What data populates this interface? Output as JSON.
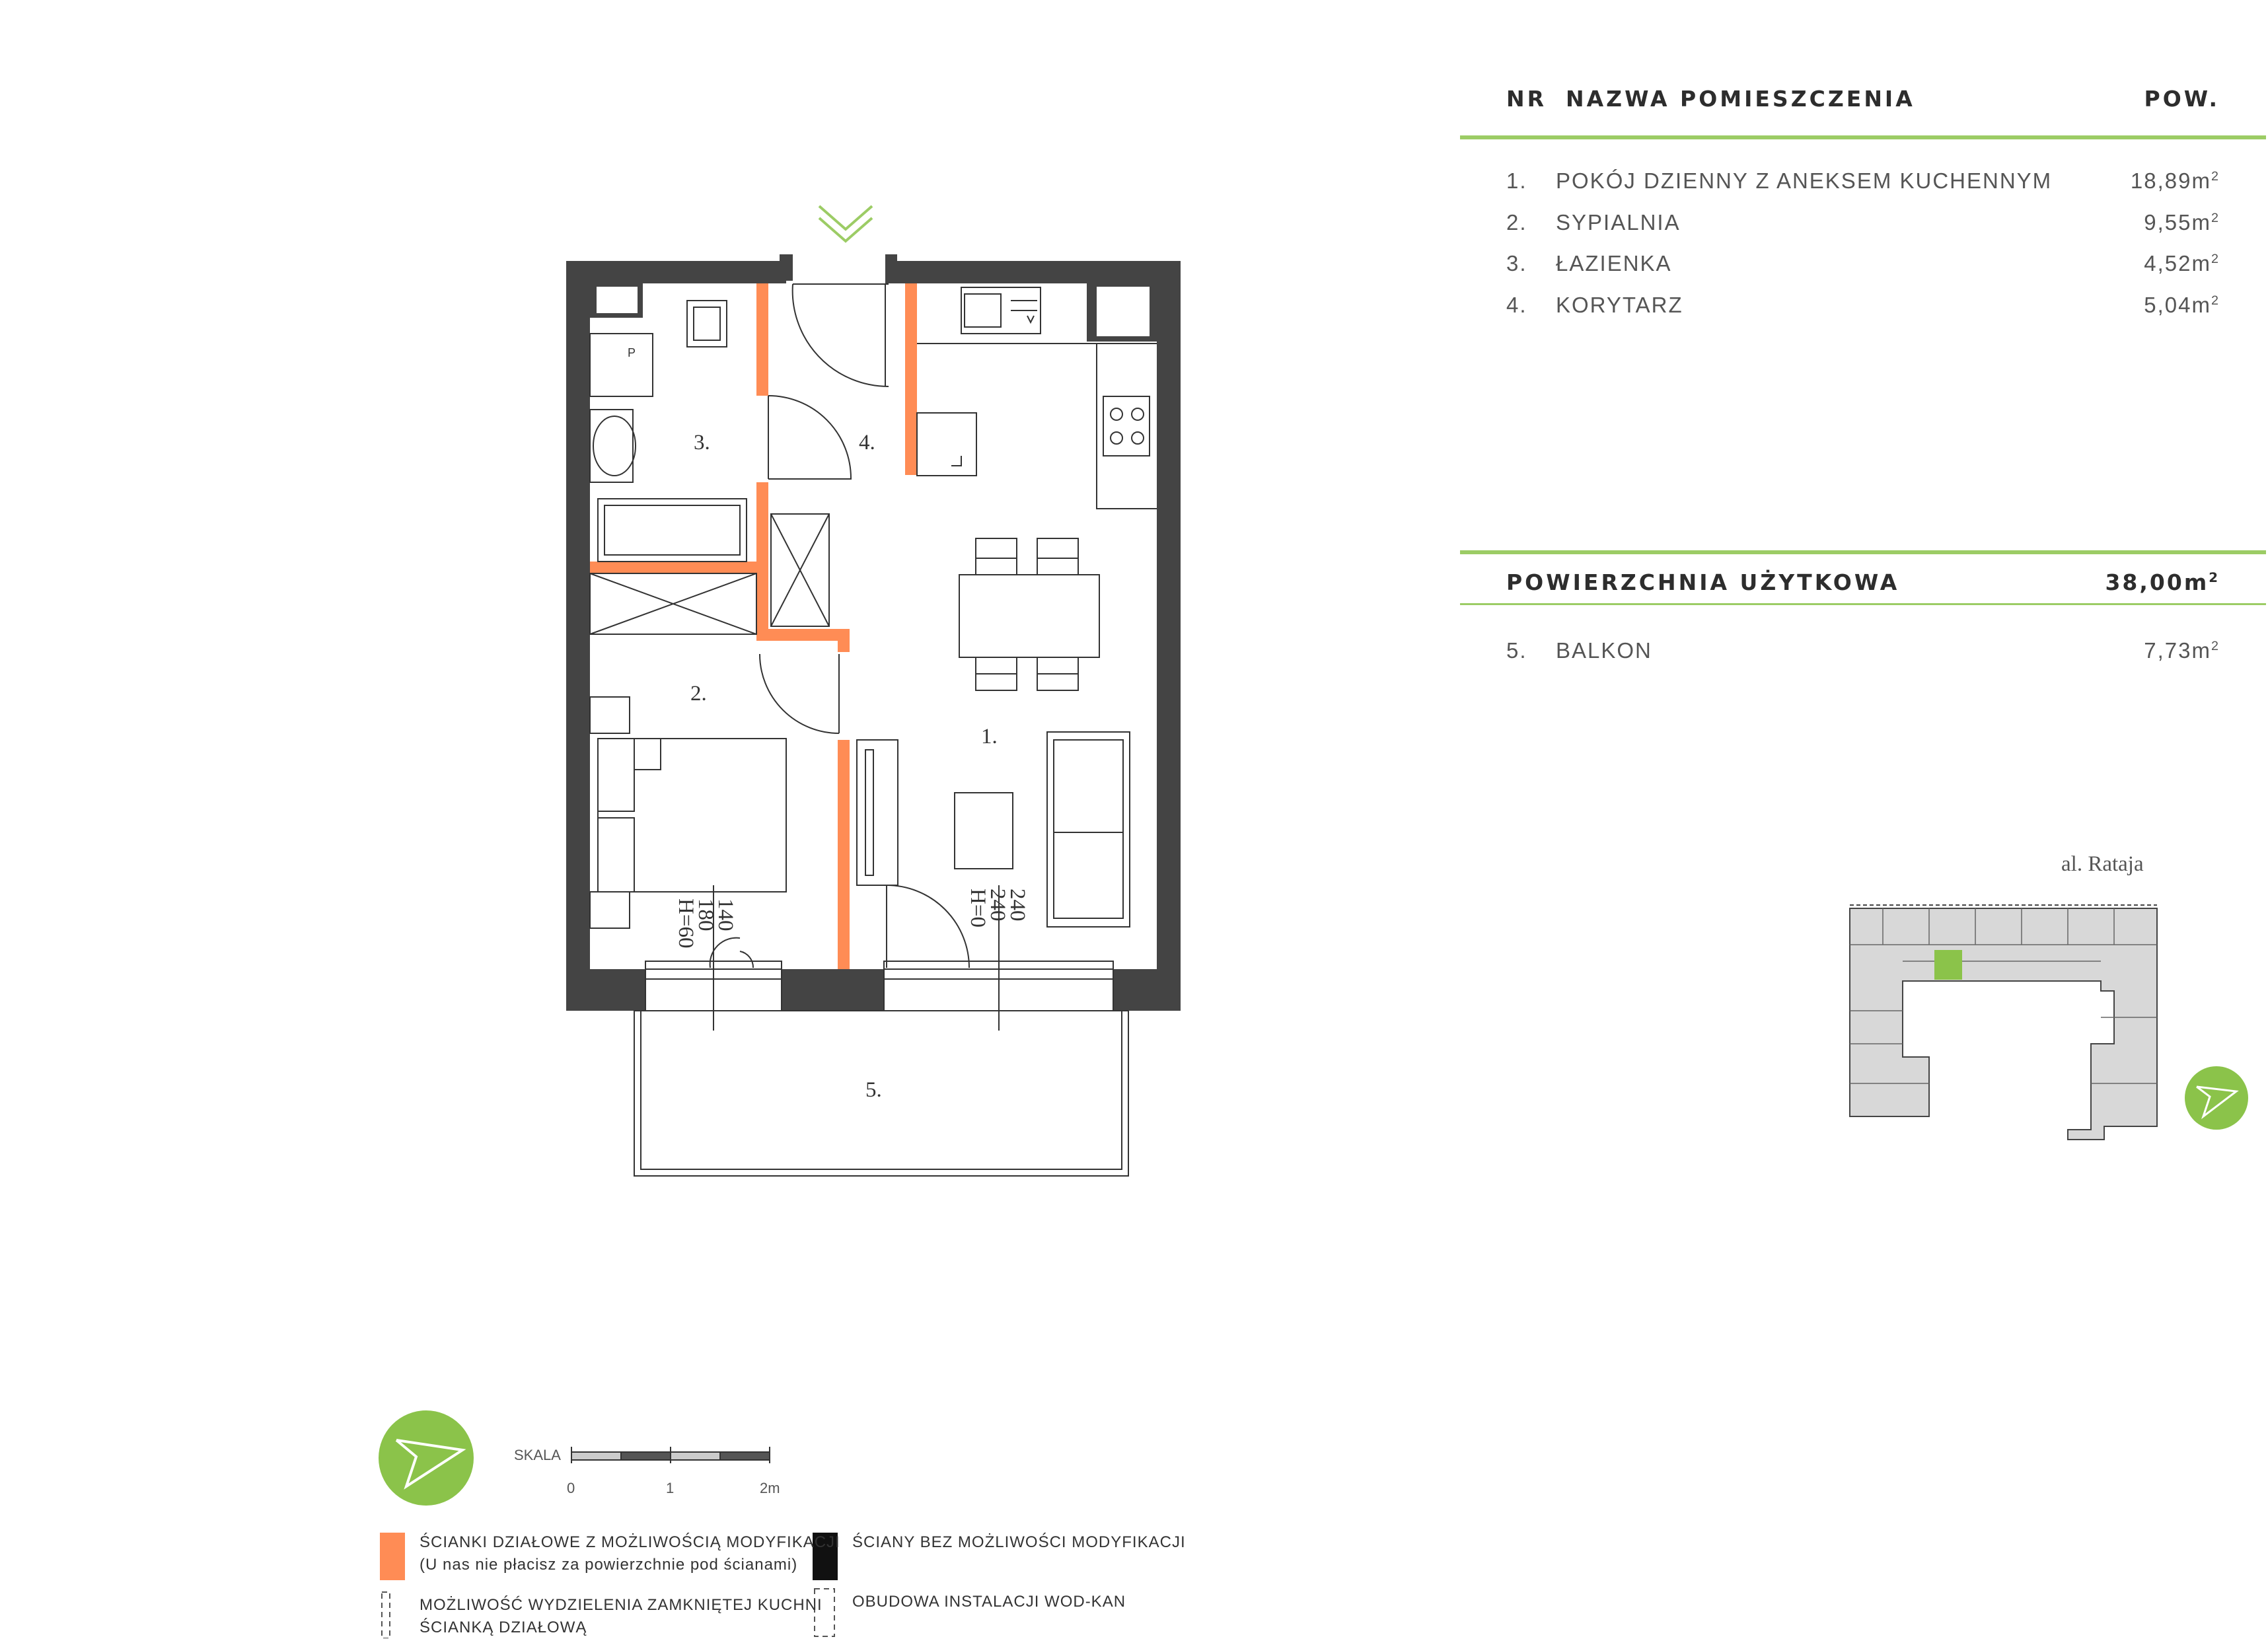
{
  "table": {
    "header": {
      "nr": "NR",
      "name": "NAZWA POMIESZCZENIA",
      "area": "POW."
    },
    "rooms": [
      {
        "nr": "1.",
        "name": "POKÓJ DZIENNY Z ANEKSEM KUCHENNYM",
        "area": "18,89m",
        "sup": "2"
      },
      {
        "nr": "2.",
        "name": "SYPIALNIA",
        "area": "9,55m",
        "sup": "2"
      },
      {
        "nr": "3.",
        "name": "ŁAZIENKA",
        "area": "4,52m",
        "sup": "2"
      },
      {
        "nr": "4.",
        "name": "KORYTARZ",
        "area": "5,04m",
        "sup": "2"
      }
    ],
    "total": {
      "label": "POWIERZCHNIA UŻYTKOWA",
      "value": "38,00m",
      "sup": "2"
    },
    "balcony": {
      "nr": "5.",
      "name": "BALKON",
      "area": "7,73m",
      "sup": "2"
    }
  },
  "plan": {
    "room_labels": [
      "1.",
      "2.",
      "3.",
      "4.",
      "5."
    ],
    "window_dims": [
      "140",
      "180",
      "H=60",
      "240",
      "240",
      "H=0"
    ]
  },
  "site": {
    "street": "al. Rataja"
  },
  "scale": {
    "label": "SKALA",
    "ticks": [
      "0",
      "1",
      "2m"
    ]
  },
  "legend": {
    "modifiable_walls": "ŚCIANKI DZIAŁOWE Z MOŻLIWOŚCIĄ MODYFIKACJI",
    "modifiable_walls_note": "(U nas nie płacisz za powierzchnie pod ścianami)",
    "fixed_walls": "ŚCIANY BEZ MOŻLIWOŚCI MODYFIKACJI",
    "kitchen_option_1": "MOŻLIWOŚĆ WYDZIELENIA ZAMKNIĘTEJ KUCHNI",
    "kitchen_option_2": "ŚCIANKĄ DZIAŁOWĄ",
    "plumbing": "OBUDOWA INSTALACJI WOD-KAN"
  },
  "colors": {
    "accent_green": "#9ccc65",
    "modifiable_orange": "#ff8c55",
    "wall_dark": "#3d3d3d"
  }
}
